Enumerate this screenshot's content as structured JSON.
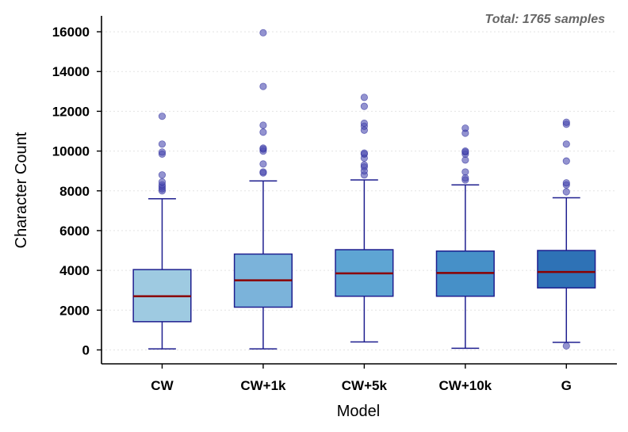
{
  "chart_data": {
    "type": "box",
    "annotation": "Total: 1765 samples",
    "xlabel": "Model",
    "ylabel": "Character Count",
    "ylim": [
      -700,
      16800
    ],
    "yticks": [
      0,
      2000,
      4000,
      6000,
      8000,
      10000,
      12000,
      14000,
      16000
    ],
    "ytick_labels": [
      "0",
      "2000",
      "4000",
      "6000",
      "8000",
      "10000",
      "12000",
      "14000",
      "16000"
    ],
    "grid": "horizontal dotted",
    "categories": [
      "CW",
      "CW+1k",
      "CW+5k",
      "CW+10k",
      "G"
    ],
    "boxes": [
      {
        "label": "CW",
        "whisker_low": 50,
        "q1": 1420,
        "median": 2700,
        "q3": 4040,
        "whisker_high": 7600,
        "outliers": [
          8000,
          8100,
          8200,
          8300,
          8450,
          8800,
          9850,
          9950,
          10350,
          11750
        ]
      },
      {
        "label": "CW+1k",
        "whisker_low": 50,
        "q1": 2150,
        "median": 3500,
        "q3": 4820,
        "whisker_high": 8500,
        "outliers": [
          8900,
          8950,
          9350,
          10000,
          10100,
          10150,
          10950,
          11300,
          13250,
          15950
        ]
      },
      {
        "label": "CW+5k",
        "whisker_low": 400,
        "q1": 2700,
        "median": 3850,
        "q3": 5040,
        "whisker_high": 8550,
        "outliers": [
          8800,
          9000,
          9200,
          9300,
          9650,
          9850,
          9900,
          11050,
          11250,
          11400,
          12250,
          12700
        ]
      },
      {
        "label": "CW+10k",
        "whisker_low": 80,
        "q1": 2700,
        "median": 3870,
        "q3": 4970,
        "whisker_high": 8300,
        "outliers": [
          8550,
          8650,
          8950,
          9550,
          9850,
          9950,
          10000,
          10900,
          11150
        ]
      },
      {
        "label": "G",
        "whisker_low": 380,
        "q1": 3120,
        "median": 3920,
        "q3": 5000,
        "whisker_high": 7650,
        "outliers": [
          200,
          7950,
          8300,
          8400,
          9500,
          10350,
          11350,
          11450
        ]
      }
    ],
    "colors": {
      "box_fills": [
        "#9ecae1",
        "#7bb3da",
        "#5ea5d3",
        "#4690c8",
        "#2e72b6"
      ],
      "box_edge": "#1f1f8f",
      "median": "#8b0000",
      "whisker": "#1f1f8f",
      "outlier": "#4b4bb0"
    }
  }
}
